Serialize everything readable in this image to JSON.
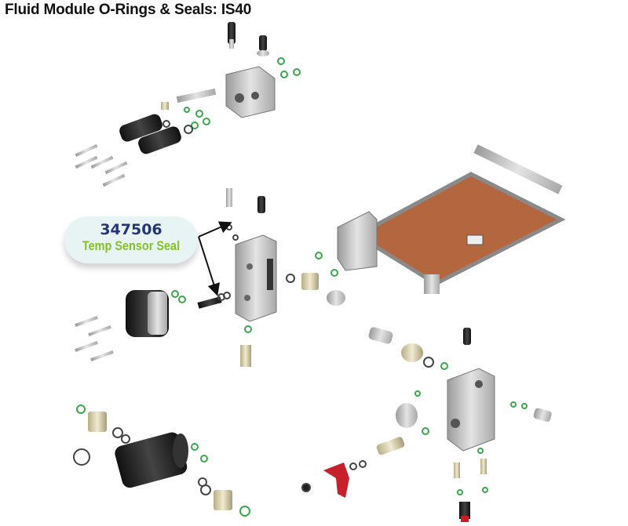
{
  "title": "Fluid Module O-Rings & Seals: IS40",
  "callout": {
    "part_number": "347506",
    "description": "Temp Sensor Seal"
  },
  "colors": {
    "oring_green": "#3aa84a",
    "part_number": "#24357a",
    "description": "#84c226",
    "heater_plate": "#b4673f",
    "metal": "#c8c8c8",
    "black_part": "#1b1b1b",
    "red_handle": "#c8202a"
  }
}
